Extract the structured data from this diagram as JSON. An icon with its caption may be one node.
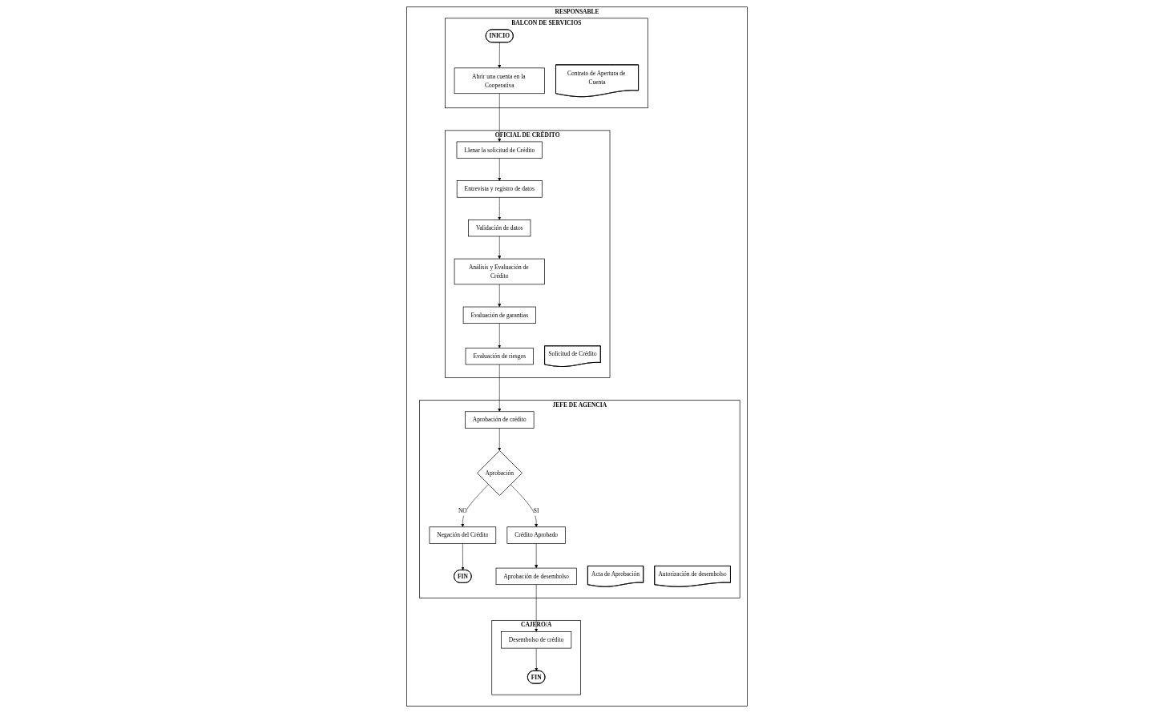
{
  "diagram": {
    "nodes": [
      {
        "text": [
          "RESPONSABLE"
        ]
      },
      {
        "text": [
          "BALCON DE SERVICIOS"
        ],
        "in": 0
      },
      {
        "text": [
          "OFICIAL DE CRÉDITO"
        ],
        "in": 0
      },
      {
        "text": [
          "JEFE DE AGENCIA"
        ],
        "in": 0
      },
      {
        "text": [
          "CAJERO/A"
        ],
        "in": 0
      },
      {
        "text": [
          "INICIO"
        ],
        "in": 1
      },
      {
        "text": [
          "Abrir una cuenta en la Cooperativa"
        ],
        "in": 1
      },
      {
        "text": [
          "Contrato de Apertura de Cuenta"
        ],
        "in": 1
      },
      {
        "text": [
          "Llenar la solicitud de Crédito"
        ],
        "in": 2
      },
      {
        "text": [
          "Solicitud de Crédito"
        ],
        "in": 2
      },
      {
        "text": [
          "Entrevista y registro de datos"
        ],
        "in": 2
      },
      {
        "text": [
          "Validación de datos"
        ],
        "in": 2
      },
      {
        "text": [
          "Análisis y Evaluación de Crédito"
        ],
        "in": 2
      },
      {
        "text": [
          "Evaluación de garantias"
        ],
        "in": 2
      },
      {
        "text": [
          "Evaluación de riesgos"
        ],
        "in": 2
      },
      {
        "text": [
          "Aprobación de crédito"
        ],
        "in": 3
      },
      {
        "text": [
          "Aprobación"
        ],
        "in": 3
      },
      {
        "text": [
          "Negación del Crédito"
        ],
        "in": 3
      },
      {
        "text": [
          "FIN"
        ],
        "in": 3
      },
      {
        "text": [
          "Crédito Aprobado"
        ],
        "in": 3
      },
      {
        "text": [
          "Acta de Aprobación"
        ],
        "in": 3
      },
      {
        "text": [
          "Aprobación de desembolso"
        ],
        "in": 3
      },
      {
        "text": [
          "Autorización de desembolso"
        ],
        "in": 3
      },
      {
        "text": [
          "Desembolso de crédito"
        ],
        "in": 4
      },
      {
        "text": [
          "FIN"
        ],
        "in": 4
      }
    ],
    "edges": [
      {
        "from": 5,
        "to": 6,
        "arrow": "to"
      },
      {
        "from": 6,
        "to": 8,
        "arrow": "to"
      },
      {
        "from": 8,
        "to": 10,
        "arrow": "to"
      },
      {
        "from": 10,
        "to": 11,
        "arrow": "to"
      },
      {
        "from": 11,
        "to": 12,
        "arrow": "to"
      },
      {
        "from": 12,
        "to": 13,
        "arrow": "to"
      },
      {
        "from": 13,
        "to": 14,
        "arrow": "to"
      },
      {
        "from": 14,
        "to": 15,
        "arrow": "to"
      },
      {
        "from": 15,
        "to": 16,
        "arrow": "to"
      },
      {
        "from": 16,
        "to": 17,
        "label": "NO",
        "arrow": "to"
      },
      {
        "from": 17,
        "to": 18,
        "arrow": "to"
      },
      {
        "from": 16,
        "to": 19,
        "label": "SI",
        "arrow": "to"
      },
      {
        "from": 19,
        "to": 21,
        "arrow": "to"
      },
      {
        "from": 21,
        "to": 23,
        "arrow": "to"
      },
      {
        "from": 23,
        "to": 24,
        "arrow": "to"
      }
    ]
  }
}
